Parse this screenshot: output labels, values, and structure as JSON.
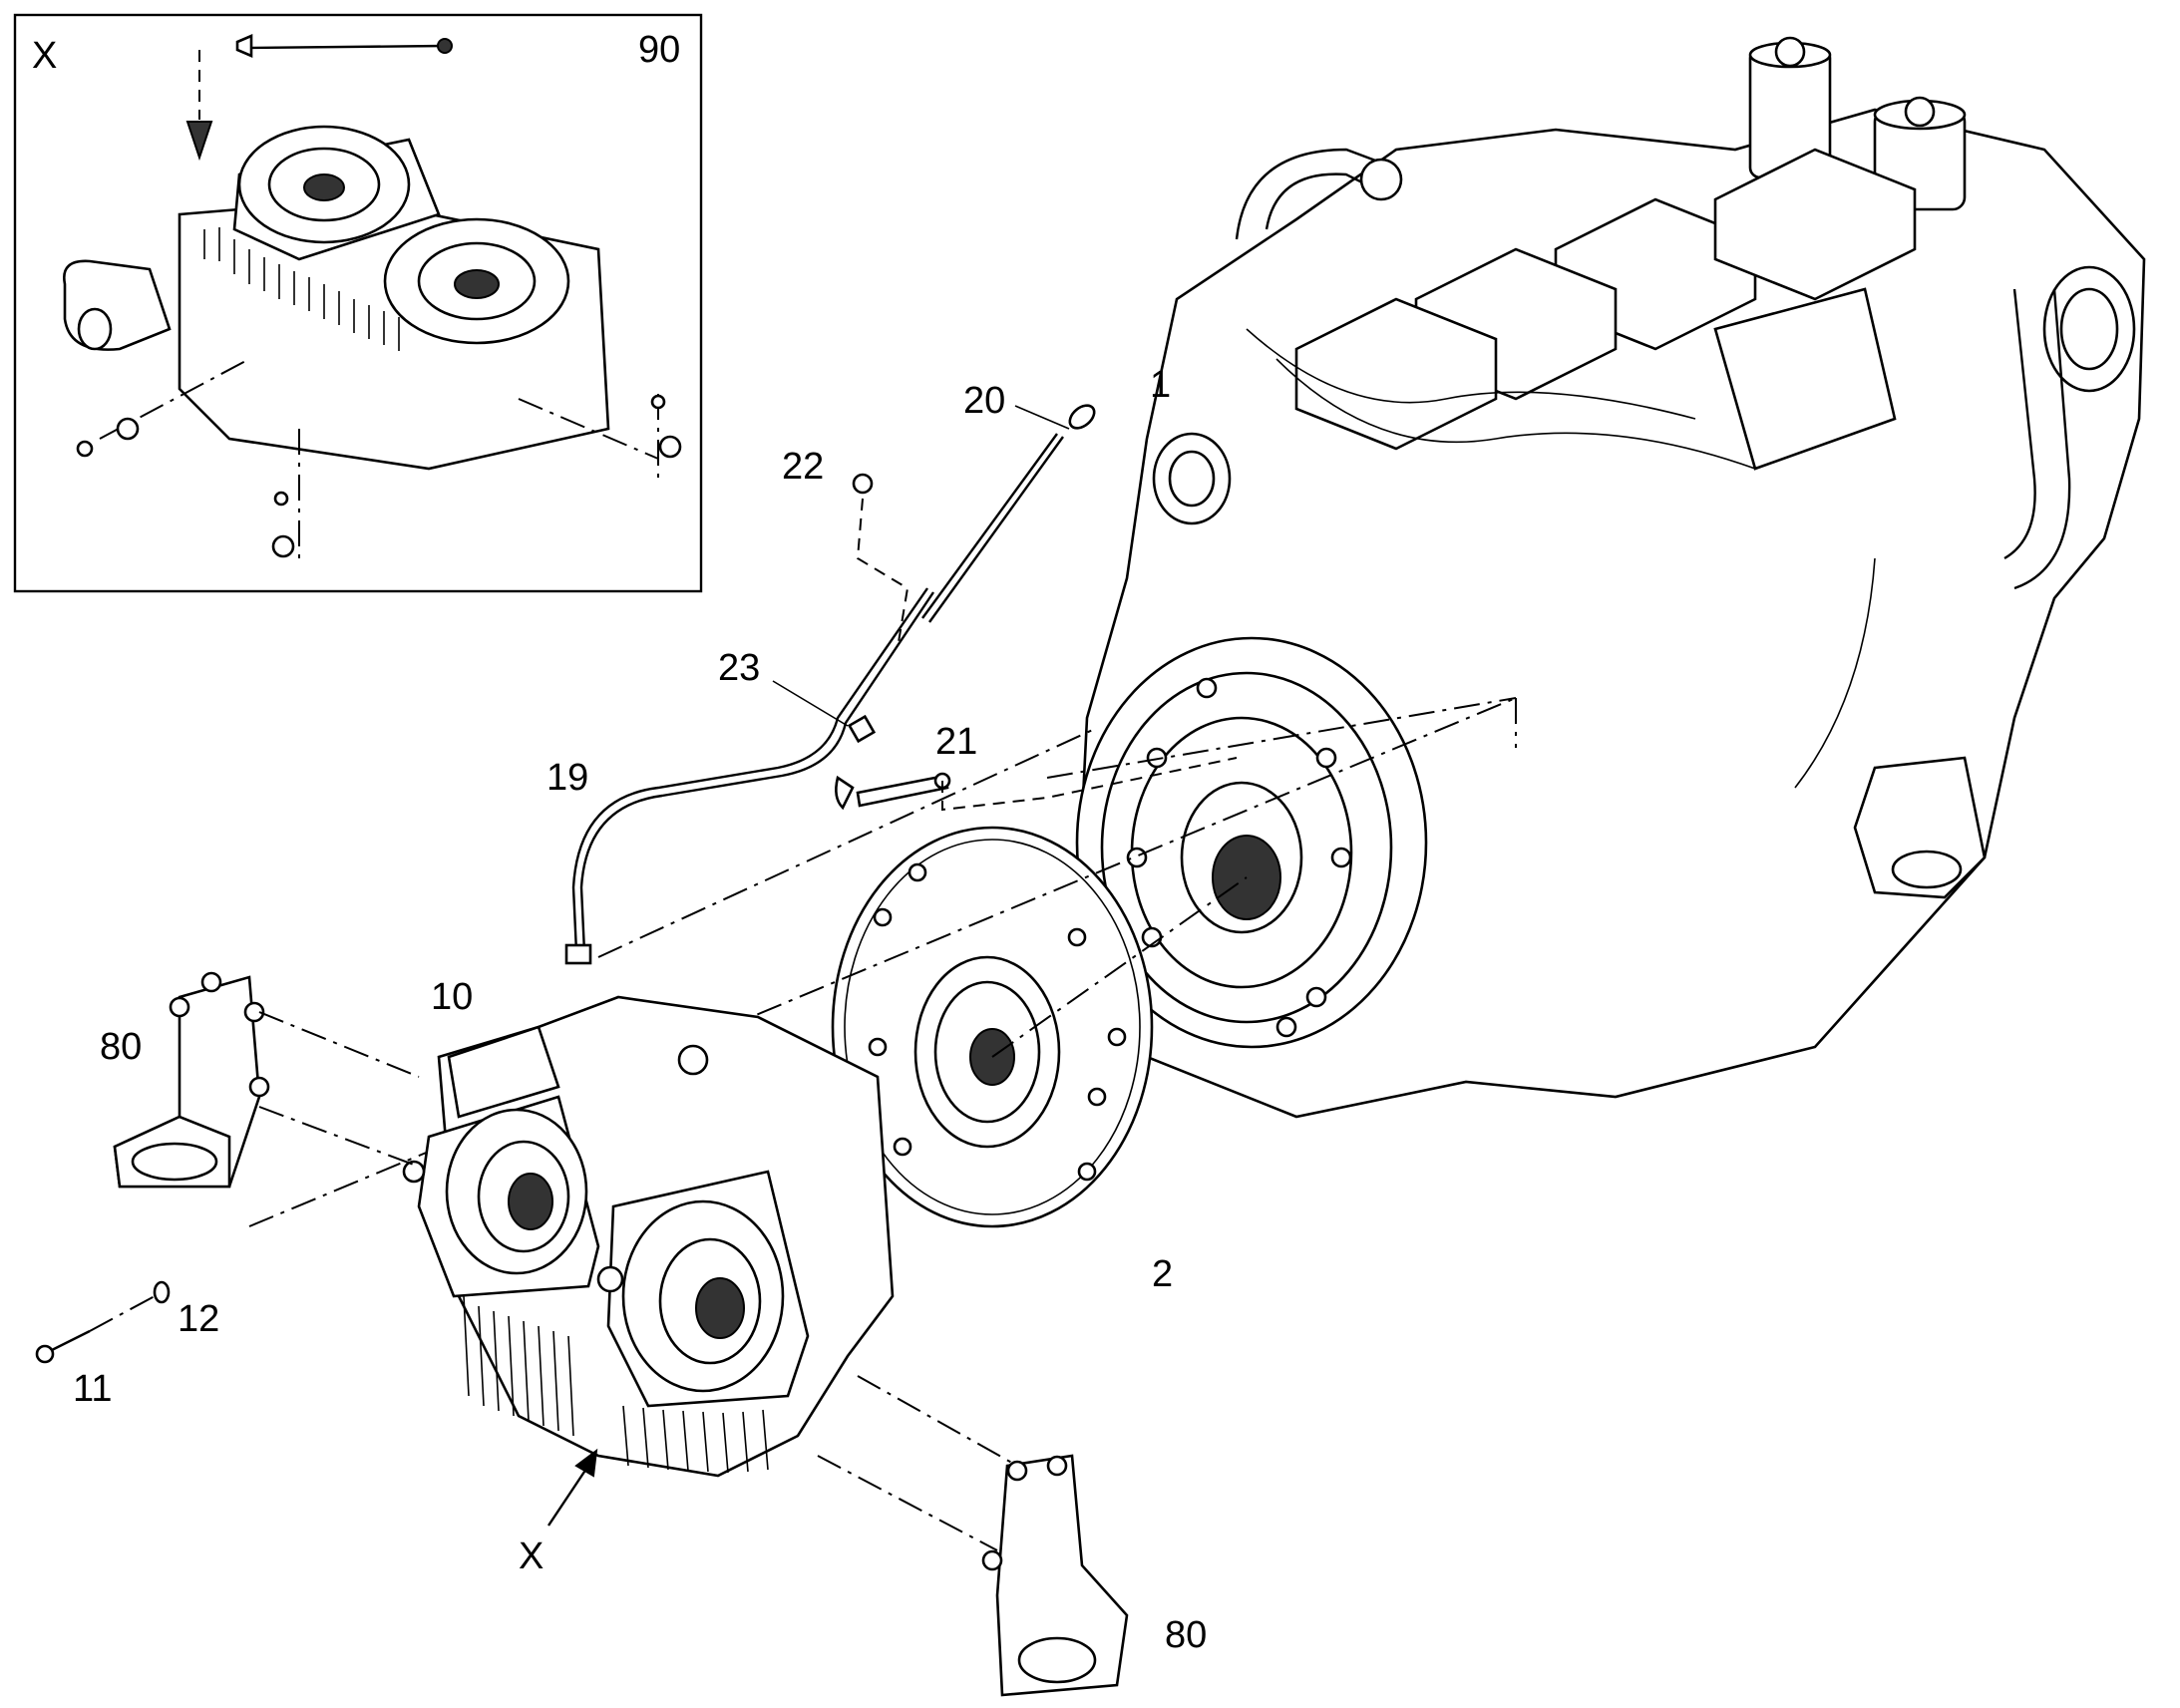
{
  "inset": {
    "view_label": "X",
    "callout": "90"
  },
  "callouts": {
    "engine": "1",
    "flywheel": "2",
    "housing": "10",
    "bolt": "11",
    "washer": "12",
    "tube": "19",
    "dipstick": "20",
    "bracket": "21",
    "nut": "22",
    "clip": "23",
    "mount_left": "80",
    "mount_right": "80",
    "view_arrow": "X"
  }
}
